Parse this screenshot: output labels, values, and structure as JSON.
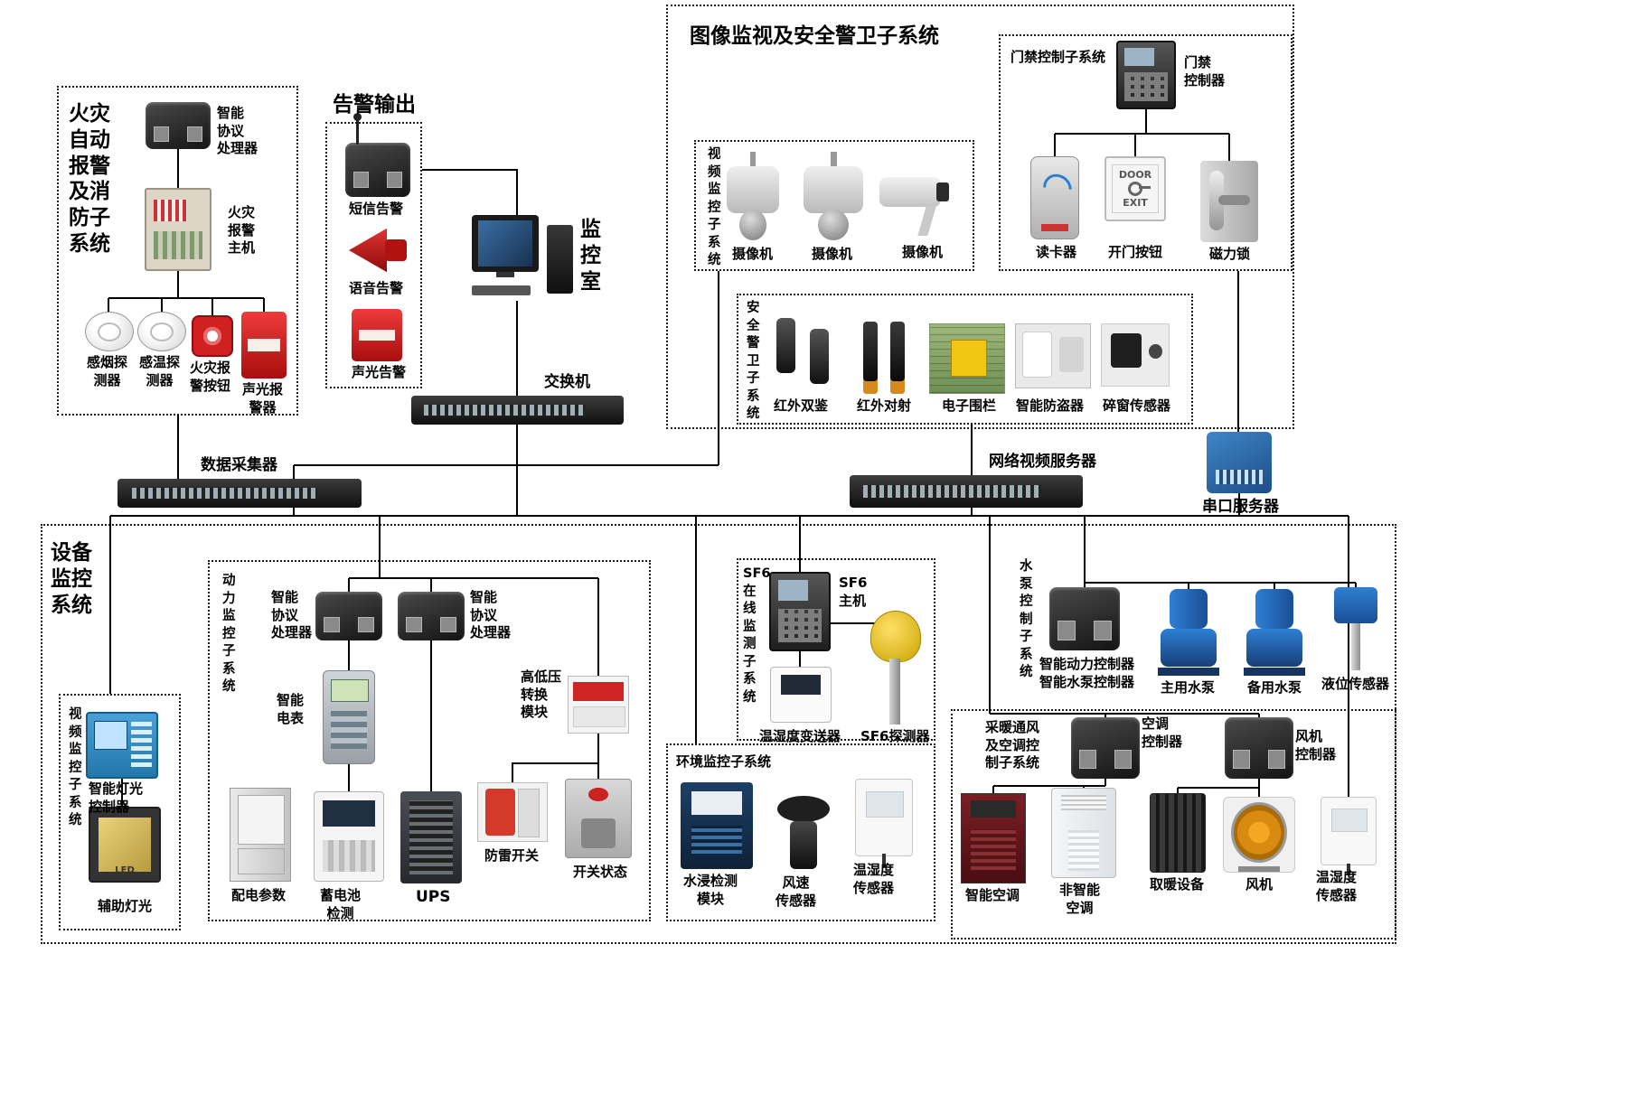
{
  "colors": {
    "wire": "#000000",
    "box_border": "#1a1a1a",
    "alarm_red": "#c81e1e",
    "pump_blue": "#2f7fd4",
    "fan_orange": "#e8992e"
  },
  "fire": {
    "system_label": "火灾\n自动\n报警\n及消\n防子\n系统",
    "processor": "智能\n协议\n处理器",
    "host": "火灾\n报警\n主机",
    "smoke_detector": "感烟探\n测器",
    "heat_detector": "感温探\n测器",
    "alarm_button": "火灾报\n警按钮",
    "strobe": "声光报\n警器"
  },
  "alarm_output": {
    "title": "告警输出",
    "sms": "短信告警",
    "voice": "语音告警",
    "strobe": "声光告警"
  },
  "monitor_room": {
    "label": "监\n控\n室"
  },
  "network": {
    "switch": "交换机",
    "collector": "数据采集器",
    "nvr": "网络视频服务器",
    "serial_server": "串口服务器"
  },
  "surveillance": {
    "title": "图像监视及安全警卫子系统",
    "video": {
      "label": "视\n频\n监\n控\n子\n系\n统",
      "cam1": "摄像机",
      "cam2": "摄像机",
      "cam3": "摄像机"
    },
    "access": {
      "label": "门禁控制子系统",
      "controller": "门禁\n控制器",
      "reader": "读卡器",
      "open_button": "开门按钮",
      "button_door": "DOOR",
      "button_exit": "EXIT",
      "lock": "磁力锁"
    },
    "security": {
      "label": "安\n全\n警\n卫\n子\n系\n统",
      "ir_dual": "红外双鉴",
      "ir_beam": "红外对射",
      "fence": "电子围栏",
      "burglar": "智能防盗器",
      "window_sensor": "碎窗传感器"
    }
  },
  "device_mon": {
    "system_label": "设备\n监控\n系统",
    "video_light": {
      "label": "视\n频\n监\n控\n子\n系\n统",
      "light_controller": "智能灯光\n控制器",
      "led_text": "LED",
      "aux_light": "辅助灯光"
    },
    "power": {
      "label": "动\n力\n监\n控\n子\n系\n统",
      "processor_left": "智能\n协议\n处理器",
      "processor_right": "智能\n协议\n处理器",
      "meter": "智能\n电表",
      "hv_lv_module": "高低压\n转换\n模块",
      "distribution": "配电参数",
      "battery": "蓄电池\n检测",
      "ups": "UPS",
      "lightning_switch": "防雷开关",
      "switch_state": "开关状态"
    },
    "sf6": {
      "label": "SF6\n在\n线\n监\n测\n子\n系\n统",
      "host": "SF6\n主机",
      "transmitter": "温湿度变送器",
      "detector": "SF6探测器"
    },
    "env": {
      "label": "环境监控子系统",
      "water_module": "水浸检测\n模块",
      "wind_sensor": "风速\n传感器",
      "th_sensor": "温湿度\n传感器"
    },
    "pump": {
      "label": "水\n泵\n控\n制\n子\n系\n统",
      "controller": "智能动力控制器\n智能水泵控制器",
      "main_pump": "主用水泵",
      "backup_pump": "备用水泵",
      "level_sensor": "液位传感器"
    },
    "hvac": {
      "label": "采暖通风\n及空调控\n制子系统",
      "ac_controller": "空调\n控制器",
      "fan_controller": "风机\n控制器",
      "smart_ac": "智能空调",
      "plain_ac": "非智能\n空调",
      "heater": "取暖设备",
      "fan": "风机",
      "th_sensor": "温湿度\n传感器"
    }
  }
}
